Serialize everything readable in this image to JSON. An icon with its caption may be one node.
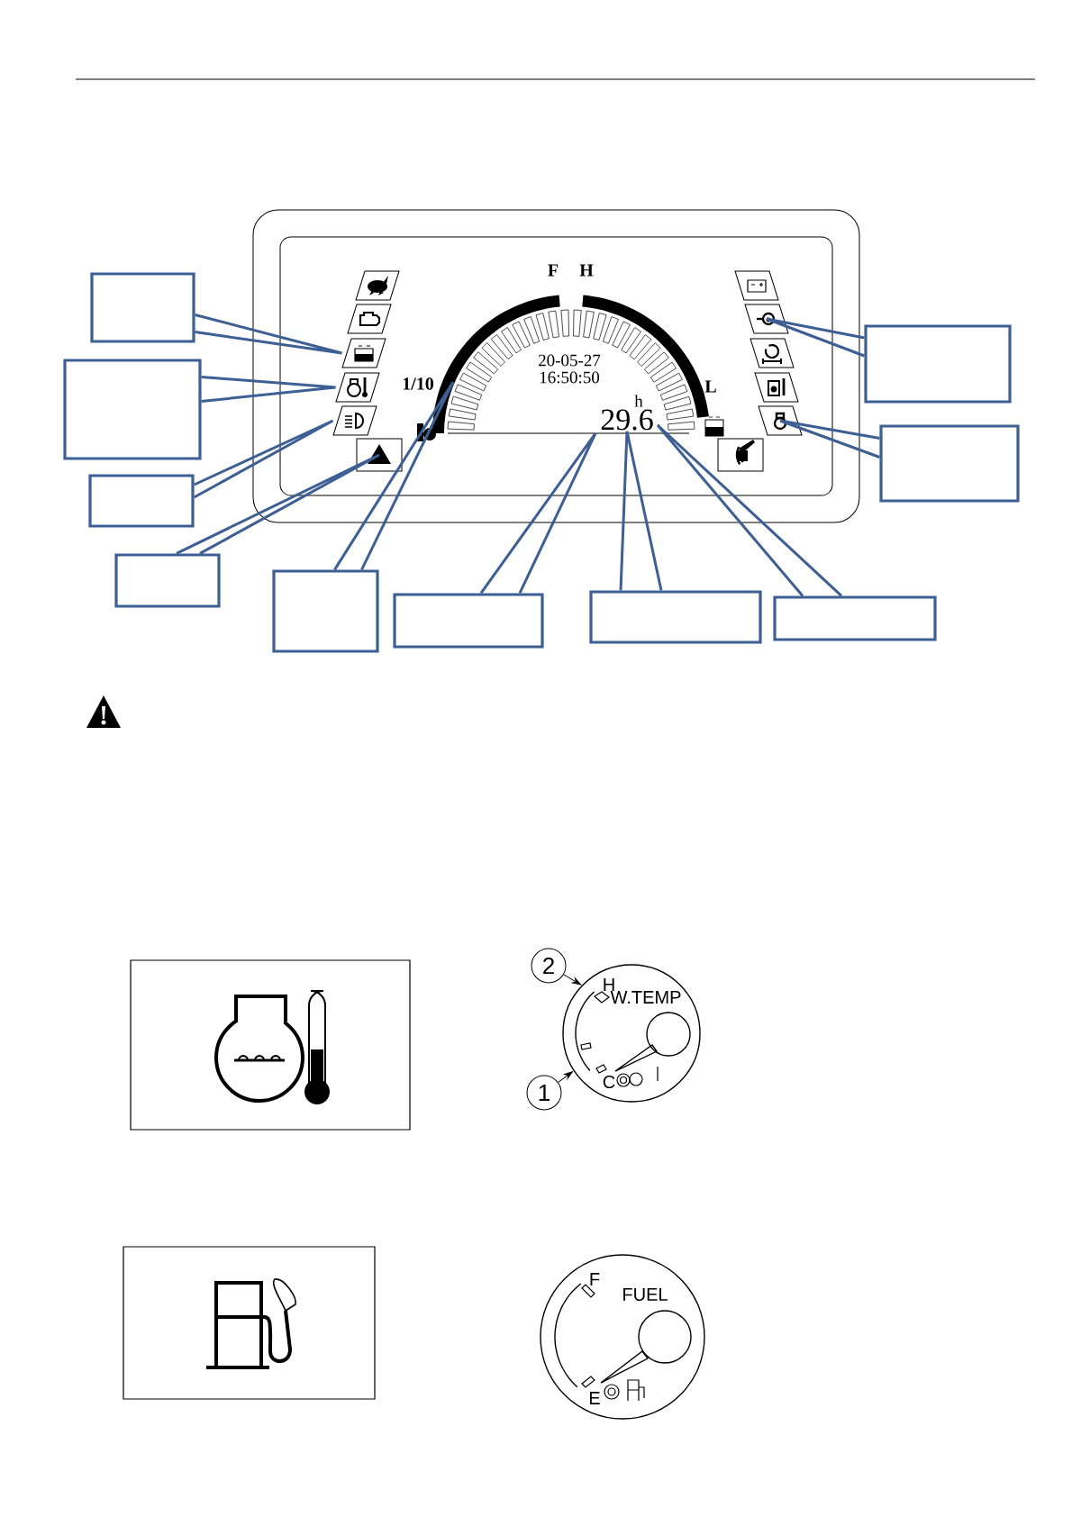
{
  "diagram": {
    "nodes": [
      {
        "text": [],
        "shape": "box"
      },
      {
        "text": [],
        "shape": "box"
      },
      {
        "text": [],
        "shape": "box"
      },
      {
        "text": [],
        "shape": "box"
      },
      {
        "text": [],
        "shape": "box"
      },
      {
        "text": [],
        "shape": "box"
      },
      {
        "text": [],
        "shape": "box"
      },
      {
        "text": [],
        "shape": "box"
      },
      {
        "text": [],
        "shape": "box"
      },
      {
        "text": [],
        "shape": "box"
      },
      {
        "text": [],
        "shape": "picture"
      },
      {
        "text": [],
        "shape": "picture"
      },
      {
        "text": [],
        "shape": "picture"
      },
      {
        "text": [],
        "shape": "box"
      },
      {
        "text": [
          "29.6"
        ]
      },
      {
        "text": [],
        "shape": "picture"
      },
      {
        "text": [],
        "shape": "picture"
      },
      {
        "text": [
          "2"
        ]
      },
      {
        "text": [
          "1"
        ]
      },
      {
        "text": [
          "H",
          "W.TEMP",
          "C"
        ]
      }
    ],
    "edges": [
      {
        "from": 0,
        "to": 10,
        "arrow": "none"
      },
      {
        "from": 1,
        "to": 11,
        "arrow": "none"
      },
      {
        "from": 2,
        "to": 12,
        "arrow": "none"
      },
      {
        "from": 3,
        "to": 13,
        "arrow": "none"
      },
      {
        "from": 4,
        "to": null,
        "arrow": "none"
      },
      {
        "from": 5,
        "to": null,
        "arrow": "none"
      },
      {
        "from": 6,
        "to": 14,
        "arrow": "none"
      },
      {
        "from": 7,
        "to": null,
        "arrow": "none"
      },
      {
        "from": 8,
        "to": 15,
        "arrow": "none"
      },
      {
        "from": 9,
        "to": 16,
        "arrow": "none"
      },
      {
        "from": 17,
        "to": 19,
        "arrow": "to",
        "color": "#000000"
      },
      {
        "from": 18,
        "to": 19,
        "arrow": "to",
        "color": "#000000"
      }
    ],
    "labels": [
      "F",
      "H",
      "20-05-27",
      "16:50:50",
      "1/10",
      "L",
      "h",
      "F",
      "FUEL",
      "E"
    ]
  }
}
